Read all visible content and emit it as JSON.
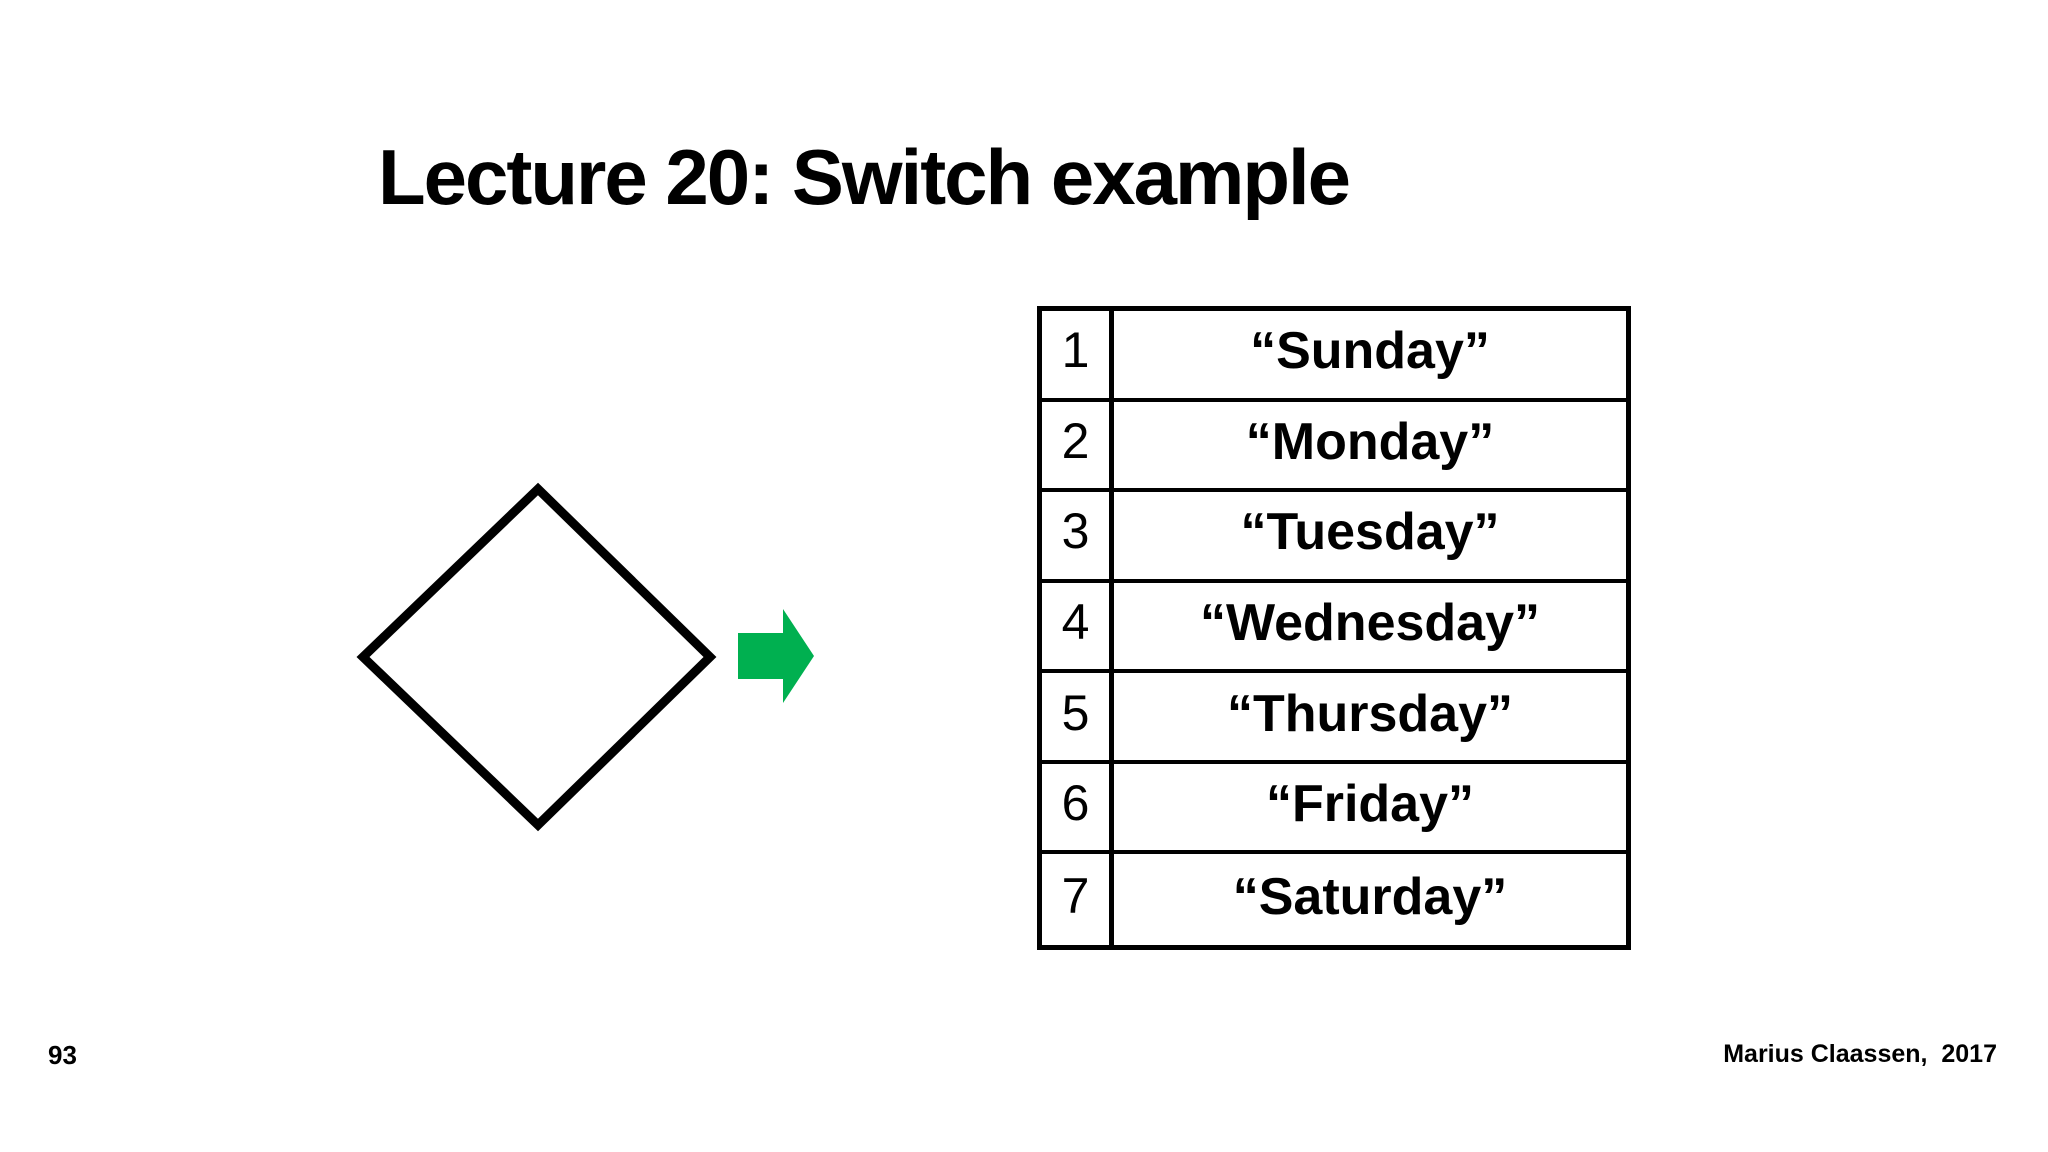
{
  "slide": {
    "title": "Lecture 20: Switch example",
    "page_number": "93",
    "credit": "Marius Claassen,  2017"
  },
  "diagram": {
    "decision_shape": "empty flowchart decision diamond",
    "flow_arrow": "block arrow pointing right",
    "arrow_color": "#00B050",
    "shape_stroke_color": "#000000"
  },
  "table": {
    "rows": [
      {
        "index": "1",
        "value": "“Sunday”"
      },
      {
        "index": "2",
        "value": "“Monday”"
      },
      {
        "index": "3",
        "value": "“Tuesday”"
      },
      {
        "index": "4",
        "value": "“Wednesday”"
      },
      {
        "index": "5",
        "value": "“Thursday”"
      },
      {
        "index": "6",
        "value": "“Friday”"
      },
      {
        "index": "7",
        "value": "“Saturday”"
      }
    ]
  }
}
